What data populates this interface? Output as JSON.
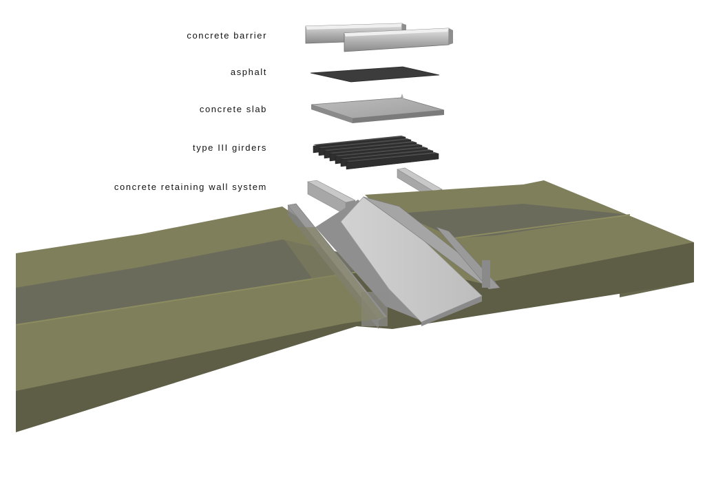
{
  "labels": {
    "concrete_barrier": "concrete barrier",
    "asphalt": "asphalt",
    "concrete_slab": "concrete slab",
    "type_iii_girders": "type III girders",
    "concrete_retaining_wall_system": "concrete retaining wall system"
  },
  "colors": {
    "background": "#ffffff",
    "ground_top": "#7f7f5c",
    "ground_front": "#5e5e46",
    "ground_side": "#67674d",
    "road_band": "#6a6a5c",
    "road_edge": "#8c8c60",
    "concrete_light": "#c9c9c9",
    "concrete_mid": "#a9a9a9",
    "concrete_dark": "#7c7c7c",
    "asphalt": "#3c3c3c",
    "girder": "#2f2f2f",
    "label_text": "#111111"
  }
}
